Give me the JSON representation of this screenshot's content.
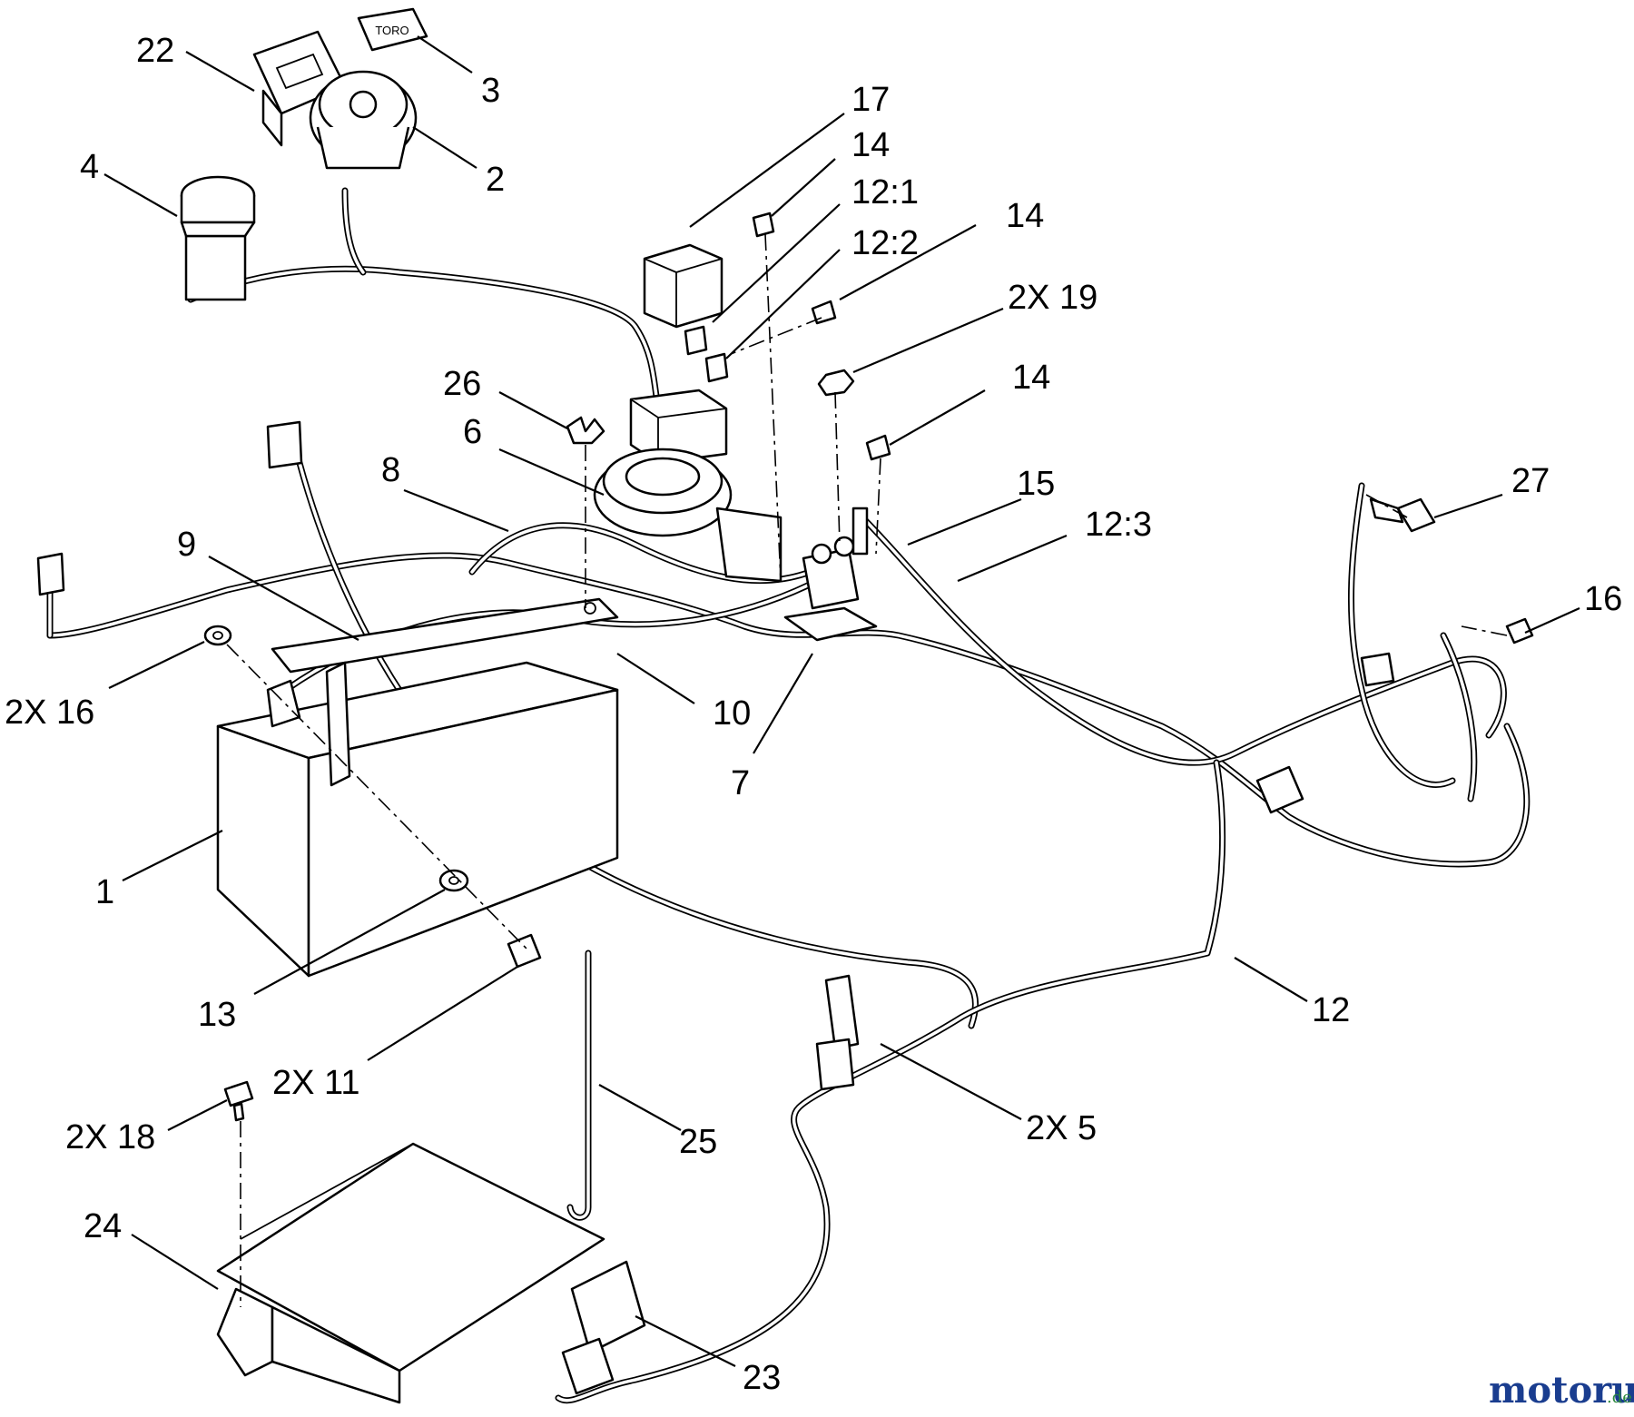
{
  "diagram": {
    "callouts": [
      {
        "id": "c-22",
        "text": "22"
      },
      {
        "id": "c-3",
        "text": "3"
      },
      {
        "id": "c-4",
        "text": "4"
      },
      {
        "id": "c-2",
        "text": "2"
      },
      {
        "id": "c-17",
        "text": "17"
      },
      {
        "id": "c-14a",
        "text": "14"
      },
      {
        "id": "c-12-1",
        "text": "12:1"
      },
      {
        "id": "c-12-2",
        "text": "12:2"
      },
      {
        "id": "c-14b",
        "text": "14"
      },
      {
        "id": "c-19",
        "text": "2X 19"
      },
      {
        "id": "c-26",
        "text": "26"
      },
      {
        "id": "c-14c",
        "text": "14"
      },
      {
        "id": "c-6",
        "text": "6"
      },
      {
        "id": "c-8",
        "text": "8"
      },
      {
        "id": "c-15",
        "text": "15"
      },
      {
        "id": "c-27",
        "text": "27"
      },
      {
        "id": "c-12-3",
        "text": "12:3"
      },
      {
        "id": "c-9",
        "text": "9"
      },
      {
        "id": "c-16",
        "text": "16"
      },
      {
        "id": "c-16b",
        "text": "2X 16"
      },
      {
        "id": "c-10",
        "text": "10"
      },
      {
        "id": "c-7",
        "text": "7"
      },
      {
        "id": "c-1",
        "text": "1"
      },
      {
        "id": "c-13",
        "text": "13"
      },
      {
        "id": "c-12",
        "text": "12"
      },
      {
        "id": "c-11",
        "text": "2X 11"
      },
      {
        "id": "c-5",
        "text": "2X  5"
      },
      {
        "id": "c-18",
        "text": "2X 18"
      },
      {
        "id": "c-25",
        "text": "25"
      },
      {
        "id": "c-24",
        "text": "24"
      },
      {
        "id": "c-23",
        "text": "23"
      }
    ],
    "part_markings": {
      "key_fob": "TORO"
    },
    "watermark": {
      "brand": "motoruf",
      "suffix": ".de",
      "colors": [
        "#1a3d8f",
        "#c0392b",
        "#e6a817",
        "#2e8b3d"
      ]
    }
  }
}
